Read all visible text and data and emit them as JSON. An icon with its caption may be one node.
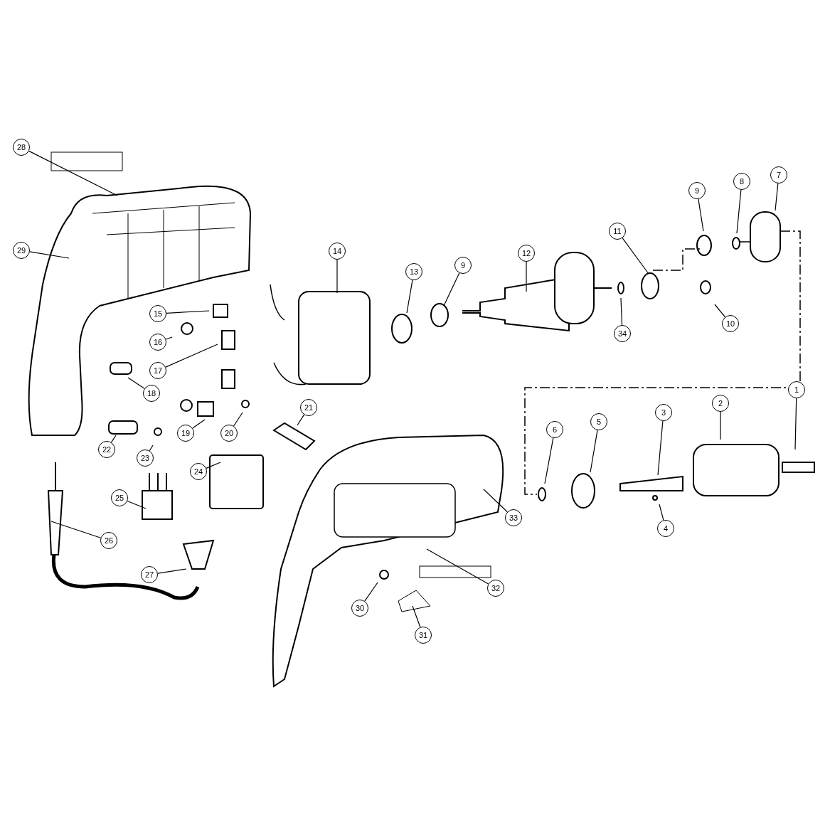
{
  "diagram": {
    "nodes": [
      {
        "text": [
          "28"
        ]
      },
      {
        "text": [
          "29"
        ]
      },
      {
        "text": [
          "14"
        ]
      },
      {
        "text": [
          "12"
        ]
      },
      {
        "text": [
          "13"
        ]
      },
      {
        "text": [
          "9"
        ]
      },
      {
        "text": [
          "11"
        ]
      },
      {
        "text": [
          "9"
        ]
      },
      {
        "text": [
          "8"
        ]
      },
      {
        "text": [
          "7"
        ]
      },
      {
        "text": [
          "15"
        ]
      },
      {
        "text": [
          "16"
        ]
      },
      {
        "text": [
          "17"
        ]
      },
      {
        "text": [
          "18"
        ]
      },
      {
        "text": [
          "34"
        ]
      },
      {
        "text": [
          "10"
        ]
      },
      {
        "text": [
          "21"
        ]
      },
      {
        "text": [
          "1"
        ]
      },
      {
        "text": [
          "2"
        ]
      },
      {
        "text": [
          "3"
        ]
      },
      {
        "text": [
          "5"
        ]
      },
      {
        "text": [
          "6"
        ]
      },
      {
        "text": [
          "19"
        ]
      },
      {
        "text": [
          "20"
        ]
      },
      {
        "text": [
          "22"
        ]
      },
      {
        "text": [
          "23"
        ]
      },
      {
        "text": [
          "24"
        ]
      },
      {
        "text": [
          "25"
        ]
      },
      {
        "text": [
          "4"
        ]
      },
      {
        "text": [
          "33"
        ]
      },
      {
        "text": [
          "26"
        ]
      },
      {
        "text": [
          "27"
        ]
      },
      {
        "text": [
          "32"
        ]
      },
      {
        "text": [
          "30"
        ]
      },
      {
        "text": [
          "31"
        ]
      }
    ],
    "edges": [
      {
        "from": 0,
        "to": null,
        "arrow": "none"
      },
      {
        "from": 1,
        "to": null,
        "arrow": "none"
      },
      {
        "from": 2,
        "to": null,
        "arrow": "none"
      },
      {
        "from": 3,
        "to": null,
        "arrow": "none"
      },
      {
        "from": 4,
        "to": null,
        "arrow": "none"
      },
      {
        "from": 5,
        "to": null,
        "arrow": "none"
      },
      {
        "from": 6,
        "to": null,
        "arrow": "none"
      },
      {
        "from": 7,
        "to": null,
        "arrow": "none"
      },
      {
        "from": 8,
        "to": null,
        "arrow": "none"
      },
      {
        "from": 9,
        "to": null,
        "arrow": "none"
      },
      {
        "from": 10,
        "to": null,
        "arrow": "none"
      },
      {
        "from": 11,
        "to": null,
        "arrow": "none"
      },
      {
        "from": 12,
        "to": null,
        "arrow": "none"
      },
      {
        "from": 13,
        "to": null,
        "arrow": "none"
      },
      {
        "from": 14,
        "to": null,
        "arrow": "none"
      },
      {
        "from": 15,
        "to": null,
        "arrow": "none"
      },
      {
        "from": 16,
        "to": null,
        "arrow": "none"
      },
      {
        "from": 17,
        "to": null,
        "arrow": "none"
      },
      {
        "from": 18,
        "to": null,
        "arrow": "none"
      },
      {
        "from": 19,
        "to": null,
        "arrow": "none"
      },
      {
        "from": 20,
        "to": null,
        "arrow": "none"
      },
      {
        "from": 21,
        "to": null,
        "arrow": "none"
      },
      {
        "from": 22,
        "to": null,
        "arrow": "none"
      },
      {
        "from": 23,
        "to": null,
        "arrow": "none"
      },
      {
        "from": 24,
        "to": null,
        "arrow": "none"
      },
      {
        "from": 25,
        "to": null,
        "arrow": "none"
      },
      {
        "from": 26,
        "to": null,
        "arrow": "none"
      },
      {
        "from": 27,
        "to": null,
        "arrow": "none"
      },
      {
        "from": 28,
        "to": null,
        "arrow": "none"
      },
      {
        "from": 29,
        "to": null,
        "arrow": "none"
      },
      {
        "from": 30,
        "to": null,
        "arrow": "none"
      },
      {
        "from": 31,
        "to": null,
        "arrow": "none"
      },
      {
        "from": 32,
        "to": null,
        "arrow": "none"
      },
      {
        "from": 33,
        "to": null,
        "arrow": "none"
      },
      {
        "from": 34,
        "to": null,
        "arrow": "none"
      }
    ]
  }
}
